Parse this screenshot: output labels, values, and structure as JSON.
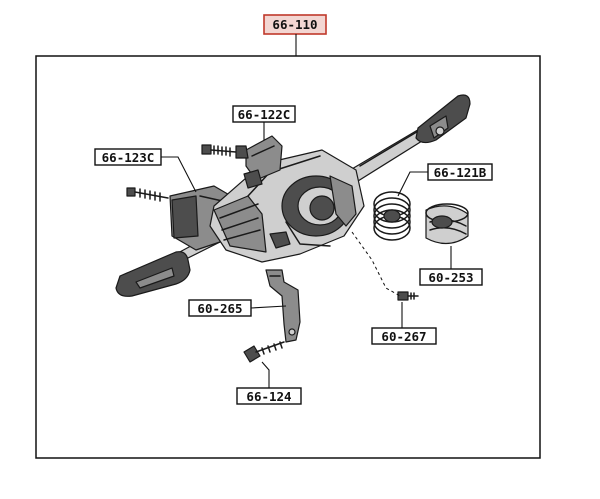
{
  "callouts": {
    "top": "66-110",
    "c122c": "66-122C",
    "c123c": "66-123C",
    "c121b": "66-121B",
    "c253": "60-253",
    "c265": "60-265",
    "c267": "60-267",
    "c124": "66-124"
  },
  "colors": {
    "top_label_box": "#f3d6d2",
    "top_label_border": "#c0392b"
  }
}
